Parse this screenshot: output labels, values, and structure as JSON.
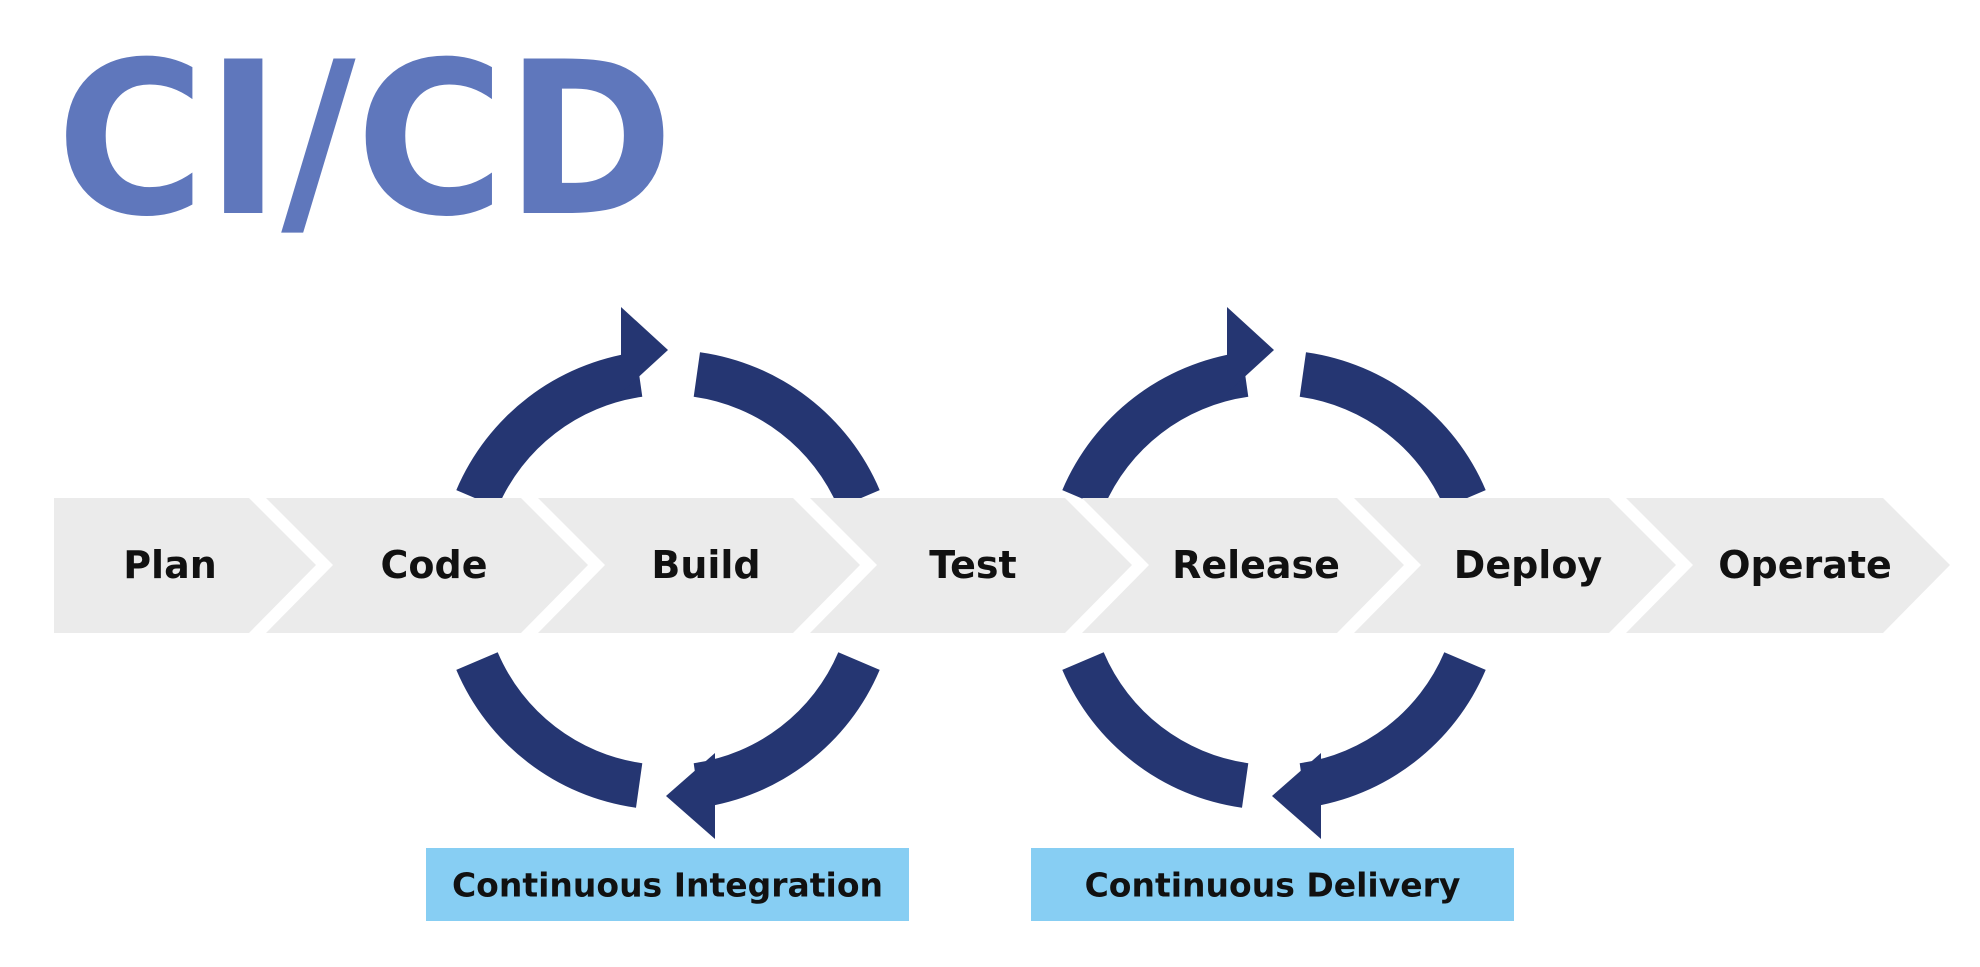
{
  "title": "CI/CD",
  "stages": [
    {
      "label": "Plan"
    },
    {
      "label": "Code"
    },
    {
      "label": "Build"
    },
    {
      "label": "Test"
    },
    {
      "label": "Release"
    },
    {
      "label": "Deploy"
    },
    {
      "label": "Operate"
    }
  ],
  "bands": [
    {
      "label": "Continuous Integration"
    },
    {
      "label": "Continuous Delivery"
    }
  ],
  "colors": {
    "title": "#5f77bc",
    "stage_fill": "#ebebeb",
    "stage_text": "#111111",
    "cycle_arrow": "#253672",
    "band_fill": "#87cef3",
    "band_text": "#111111"
  }
}
